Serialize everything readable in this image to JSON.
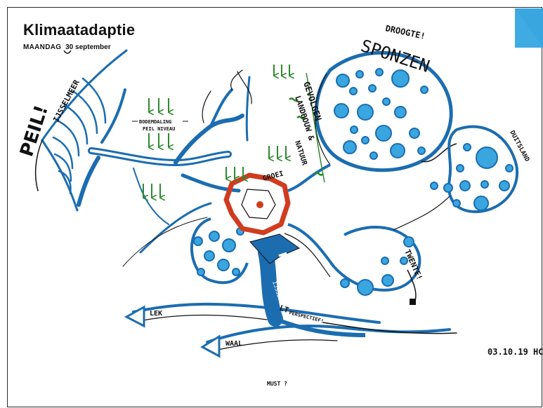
{
  "header": {
    "title": "Klimaatadaptie",
    "day": "MAANDAG",
    "date": "30 september"
  },
  "sketch": {
    "label_peil_left": "PEIL!",
    "label_ijsselmeer": "IJSSELMEER",
    "label_bodemdaling": "BODEMDALING",
    "label_peilniveau": "PEIL NIVEAU",
    "label_droogte": "DROOGTE!",
    "label_sponzen": "SPONZEN",
    "label_gevolgen": "GEVOLGEN",
    "label_landbouw": "LANDBOUW &",
    "label_natuur": "NATUUR",
    "label_duitsland": "DUITSLAND",
    "label_groei": "GROEI",
    "label_twente": "TWENTE!",
    "label_peil_ijssel": "PEIL",
    "label_ijssel": "IJSSEL",
    "label_lt": "LT",
    "label_perspectief": "PERSPECTIEF!",
    "label_lek": "LEK",
    "label_waal": "WAAL"
  },
  "footer": {
    "signature": "03.10.19 HC",
    "note": "MUST ?"
  },
  "colors": {
    "water_blue": "#1b6db0",
    "light_blue": "#3aa6e0",
    "city_red": "#d13b1e",
    "arrow_green": "#2f8a2f",
    "ink": "#111111",
    "corner_blue": "#3aa6e0"
  }
}
